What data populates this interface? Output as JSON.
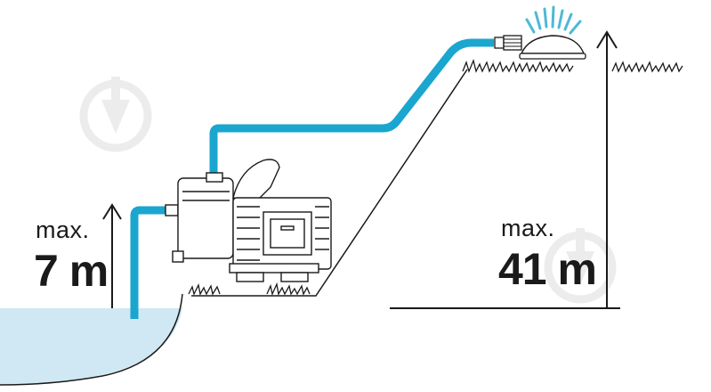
{
  "suction": {
    "prefix": "max.",
    "value": "7 m"
  },
  "head": {
    "prefix": "max.",
    "value": "41 m"
  },
  "colors": {
    "hose": "#1aa6cf",
    "water": "#cfe8f3",
    "line": "#1a1a1a",
    "spray": "#4db8d8",
    "watermark": "#eeeeee"
  },
  "icons": [
    "watermark-drop-icon",
    "pump-icon",
    "sprinkler-icon",
    "arrow-up-icon",
    "grass-icon"
  ]
}
